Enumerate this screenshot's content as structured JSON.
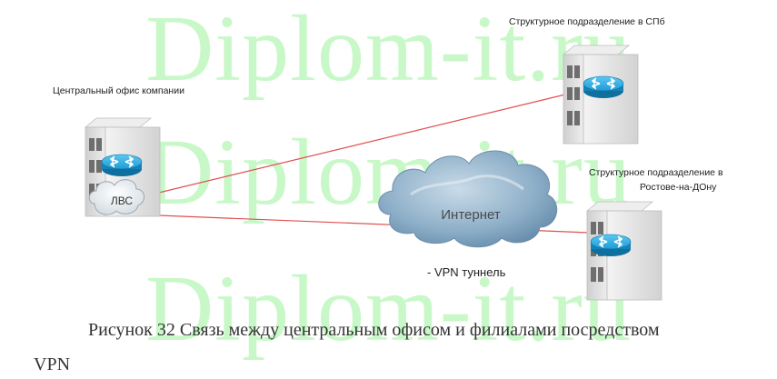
{
  "watermark": {
    "line1": "Diplom-it.ru",
    "line2": "Diplom-it.ru",
    "line3": "Diplom-it.ru",
    "color": "#b6f6b6"
  },
  "nodes": {
    "central_office": {
      "label": "Центральный офис компании",
      "lan_label": "ЛВС"
    },
    "spb_branch": {
      "label": "Структурное подразделение в СПб"
    },
    "rostov_branch": {
      "label_line1": "Структурное подразделение в",
      "label_line2": "Ростове-на-ДОну"
    }
  },
  "internet": {
    "label": "Интернет"
  },
  "legend": {
    "vpn_label": "- VPN туннель",
    "line_color": "#e05050"
  },
  "caption": {
    "line1": "Рисунок 32 Связь между центральным офисом и филиалами посредством",
    "line2": "VPN"
  },
  "colors": {
    "router_blue": "#1e9bd6",
    "building_gray": "#d9d9d9",
    "cloud_blue": "#7fa6c2"
  },
  "icons": [
    "router-icon",
    "building-icon",
    "cloud-icon"
  ]
}
